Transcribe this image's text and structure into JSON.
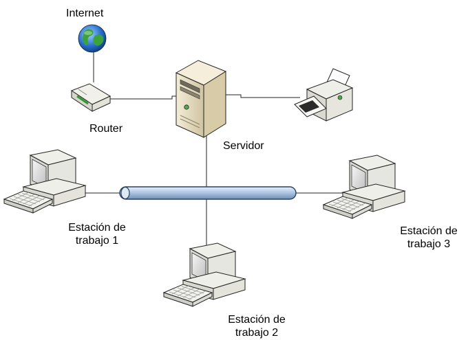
{
  "nodes": {
    "internet": {
      "label": "Internet",
      "icon": "globe-icon"
    },
    "router": {
      "label": "Router",
      "icon": "router-icon"
    },
    "server": {
      "label": "Servidor",
      "icon": "server-tower-icon"
    },
    "printer": {
      "icon": "printer-icon"
    },
    "workstation1": {
      "label_line1": "Estación de",
      "label_line2": "trabajo 1",
      "icon": "workstation-icon"
    },
    "workstation2": {
      "label_line1": "Estación de",
      "label_line2": "trabajo 2",
      "icon": "workstation-icon"
    },
    "workstation3": {
      "label_line1": "Estación de",
      "label_line2": "trabajo 3",
      "icon": "workstation-icon"
    }
  },
  "colors": {
    "bus_fill": "#b8cfe6",
    "bus_stroke": "#2a3f5f",
    "line": "#222222",
    "device_beige": "#e8dfc5",
    "monitor_beige": "#e6e6e0"
  }
}
